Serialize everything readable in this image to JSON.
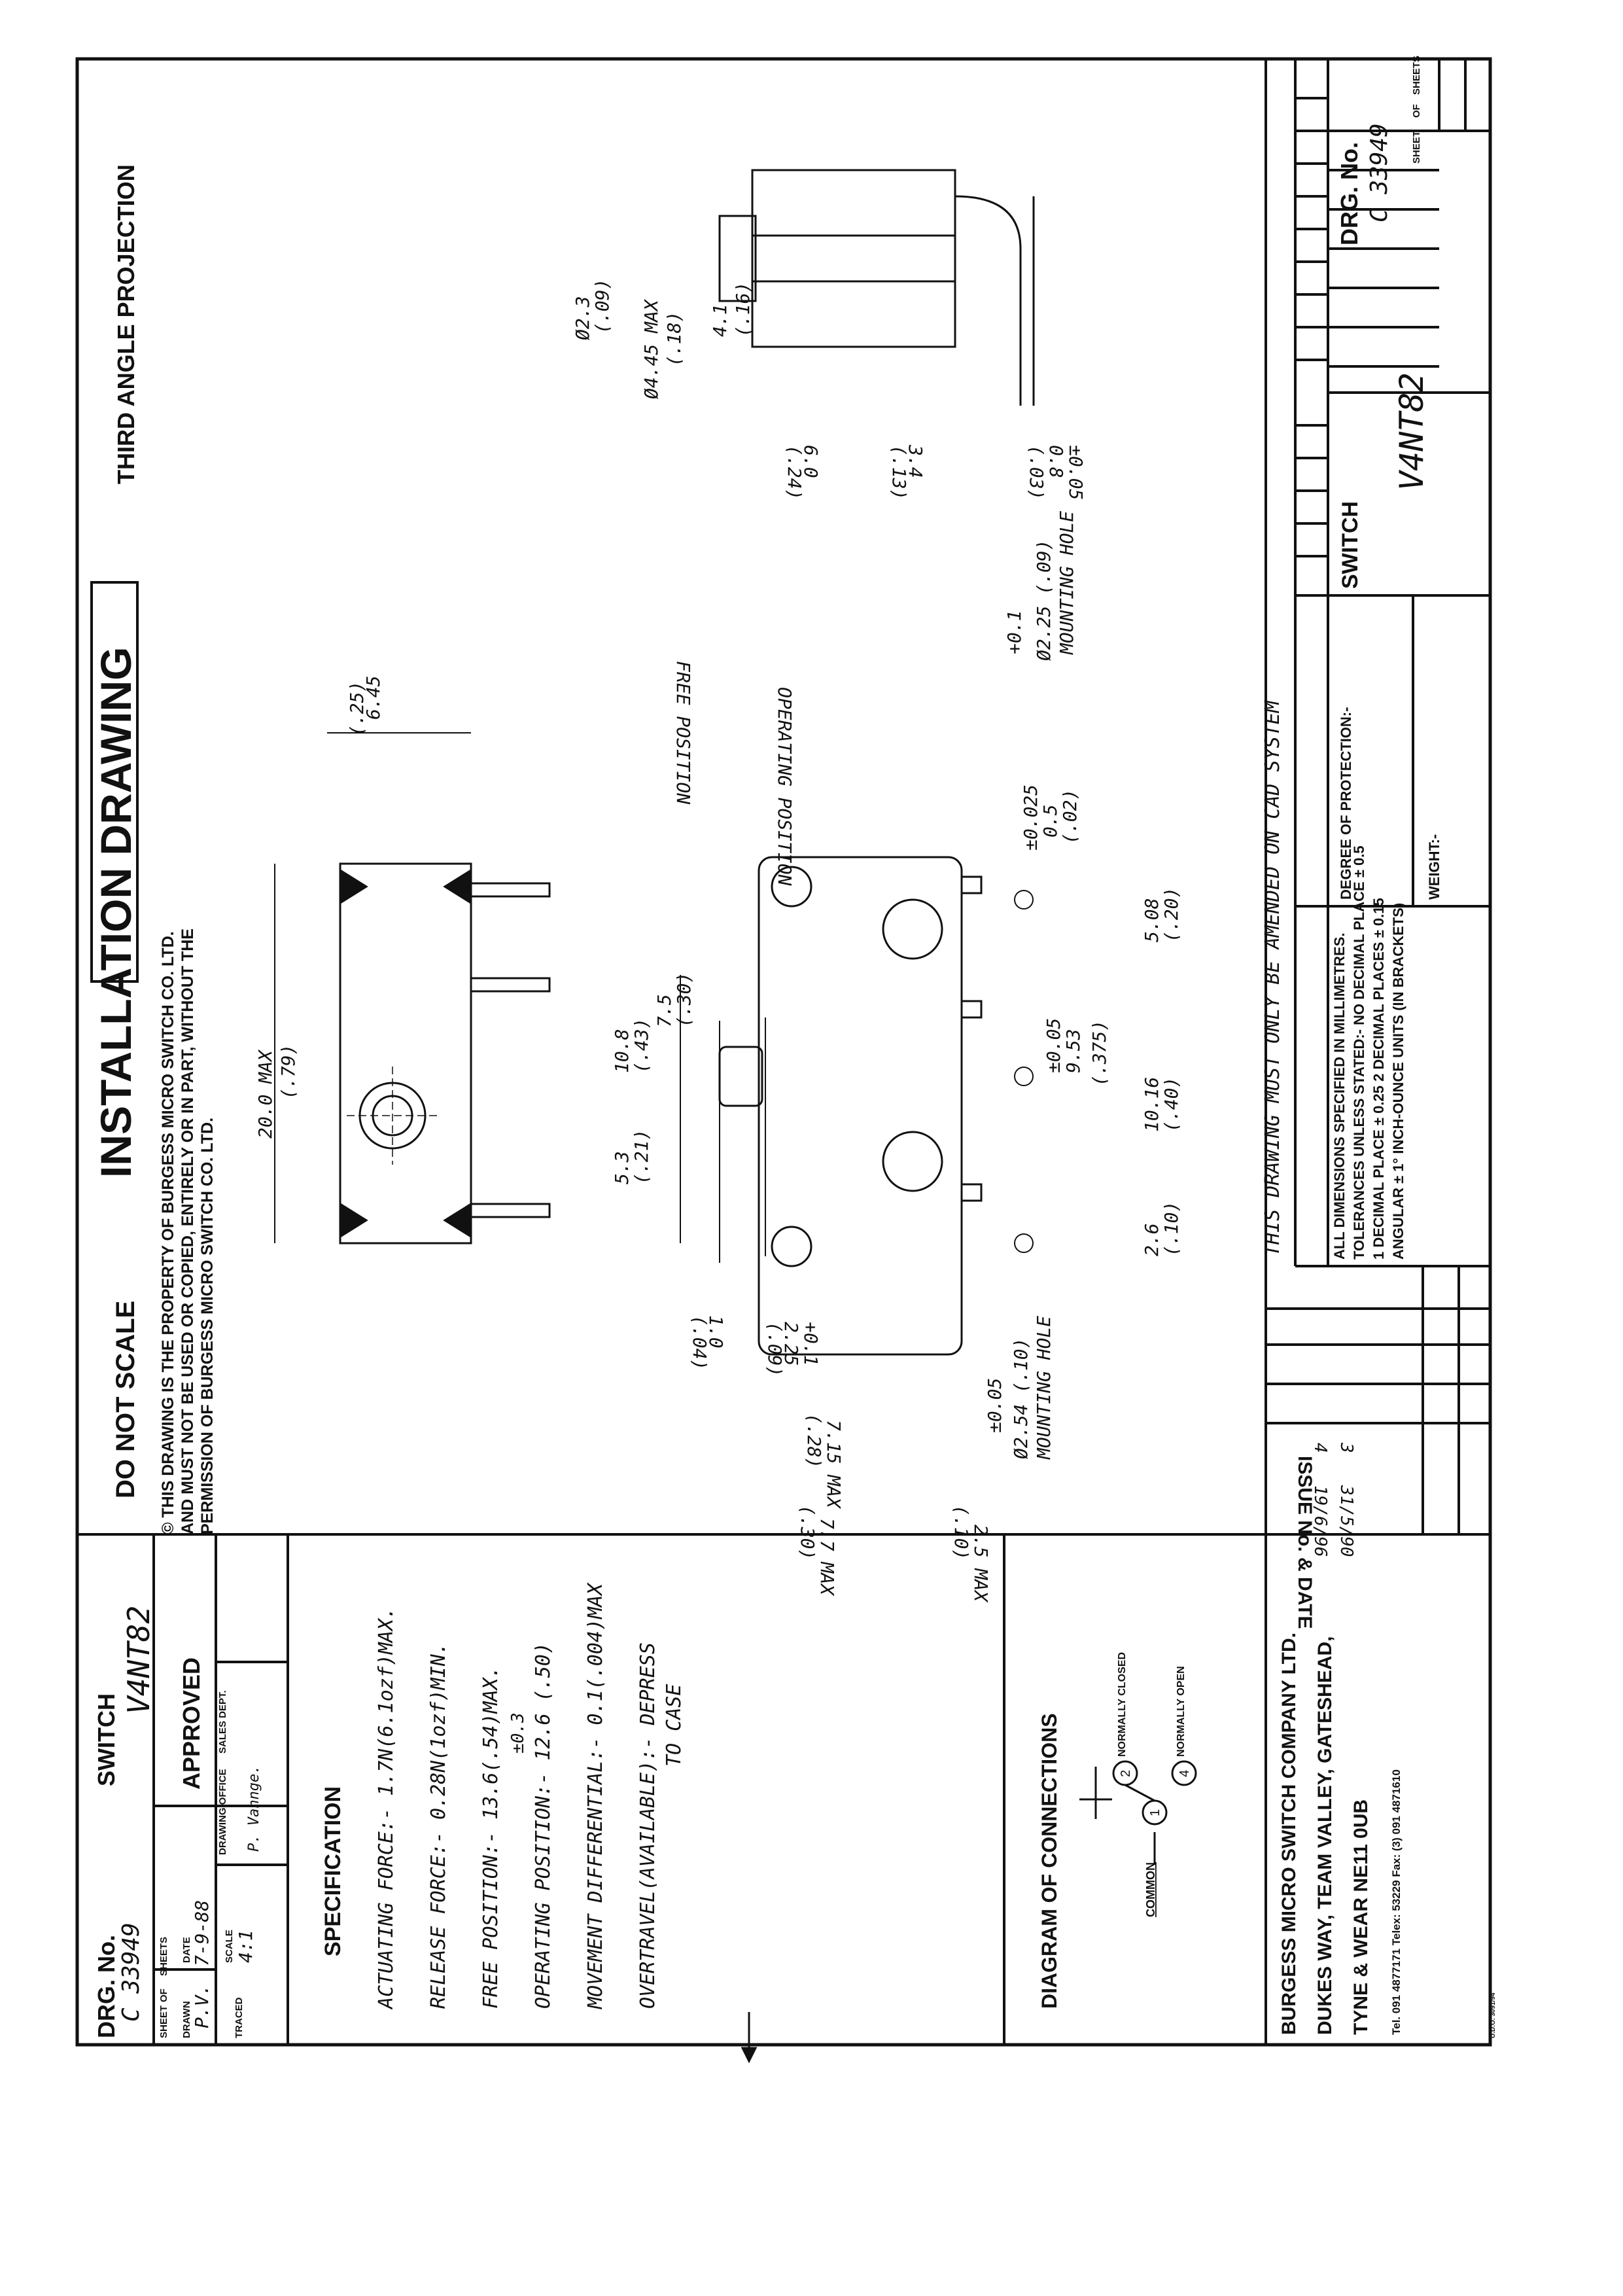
{
  "header": {
    "do_not_scale": "DO NOT SCALE",
    "title": "INSTALLATION DRAWING",
    "projection": "THIRD ANGLE PROJECTION",
    "copyright": [
      "© THIS DRAWING IS THE PROPERTY OF BURGESS MICRO SWITCH CO. LTD.",
      "AND MUST NOT BE USED OR COPIED, ENTIRELY OR IN PART, WITHOUT THE",
      "PERMISSION OF BURGESS MICRO SWITCH CO. LTD."
    ]
  },
  "info_block": {
    "drg_label": "DRG. No.",
    "drg_value": "C 33949",
    "switch_label": "SWITCH",
    "switch_value": "V4NT82",
    "sheet_label": "SHEET",
    "of_label": "OF",
    "sheets_label": "SHEETS",
    "drawn_label": "DRAWN",
    "drawn_value": "P.V.",
    "date_label": "DATE",
    "date_value": "7-9-88",
    "approved_label": "APPROVED",
    "drawing_office_label": "DRAWING OFFICE",
    "sales_dept_label": "SALES DEPT.",
    "drawing_office_sig": "P. Vannge.",
    "traced_label": "TRACED",
    "scale_label": "SCALE",
    "scale_value": "4:1"
  },
  "specification": {
    "heading": "SPECIFICATION",
    "lines": [
      "ACTUATING FORCE:- 1.7N(6.1ozf)MAX.",
      "RELEASE FORCE:- 0.28N(1ozf)MIN.",
      "FREE POSITION:- 13.6(.54)MAX.",
      "OPERATING POSITION:- 12.6 (.50)",
      "MOVEMENT DIFFERENTIAL:- 0.1(.004)MAX",
      "OVERTRAVEL(AVAILABLE):- DEPRESS",
      "TO CASE"
    ],
    "tolerance": "±0.3"
  },
  "connections": {
    "heading": "DIAGRAM OF CONNECTIONS",
    "common": "COMMON",
    "normally_closed": "NORMALLY CLOSED",
    "normally_open": "NORMALLY OPEN",
    "t1": "1",
    "t2": "2",
    "t4": "4"
  },
  "company": {
    "lines": [
      "BURGESS MICRO SWITCH COMPANY LTD.",
      "DUKES WAY, TEAM VALLEY, GATESHEAD,",
      "TYNE & WEAR NE11 0UB",
      "Tel. 091 4877171   Telex: 53229   Fax: (3) 091 4871610"
    ],
    "form_ref": "U.D.O. 3091/94"
  },
  "issue": {
    "label": "ISSUE No. & DATE",
    "rows": [
      {
        "no": "3",
        "date": "31/5/90"
      },
      {
        "no": "4",
        "date": "19/6/96"
      }
    ]
  },
  "notes": {
    "cad": "THIS DRAWING MUST ONLY BE AMENDED ON CAD SYSTEM",
    "dims": [
      "ALL DIMENSIONS SPECIFIED IN MILLIMETRES.",
      "TOLERANCES UNLESS STATED:- NO DECIMAL PLACE ± 0.5",
      "1 DECIMAL PLACE ± 0.25   2 DECIMAL PLACES ± 0.15",
      "ANGULAR ± 1°    INCH-OUNCE UNITS (IN BRACKETS)"
    ],
    "protection_label": "DEGREE OF PROTECTION:-",
    "weight_label": "WEIGHT:-"
  },
  "title_block": {
    "switch_label": "SWITCH",
    "switch_value": "V4NT82",
    "drg_label": "DRG. No.",
    "drg_value": "C 33949",
    "sheet_label": "SHEET",
    "of_label": "OF",
    "sheets_label": "SHEETS"
  },
  "dims": {
    "top_view": {
      "w": "20.0 MAX",
      "w_in": "(.79)",
      "h": "6.45",
      "h_in": "(.25)"
    },
    "front": {
      "d10_8": "10.8",
      "d10_8_in": "(.43)",
      "d7_5": "7.5",
      "d7_5_in": "(.30)",
      "d5_3": "5.3",
      "d5_3_in": "(.21)",
      "d1_0": "1.0",
      "d1_0_in": "(.04)",
      "d2_25": "2.25",
      "d2_25_in": "(.09)",
      "d2_25_tol": "+0.1",
      "d7_15": "7.15 MAX",
      "d7_15_in": "(.28)",
      "d7_7": "7.7 MAX",
      "d7_7_in": "(.30)",
      "d2_5": "2.5 MAX",
      "d2_5_in": "(.10)",
      "hole1_tol": "±0.05",
      "hole1": "Ø2.54 (.10)",
      "hole1_lbl": "MOUNTING HOLE",
      "hole2_tol": "+0.1",
      "hole2": "Ø2.25 (.09)",
      "hole2_lbl": "MOUNTING HOLE",
      "free": "FREE POSITION",
      "operating": "OPERATING POSITION",
      "d0_5_tol": "±0.025",
      "d0_5": "0.5",
      "d0_5_in": "(.02)",
      "d9_53_tol": "±0.05",
      "d9_53": "9.53",
      "d9_53_in": "(.375)",
      "d5_08": "5.08",
      "d5_08_in": "(.20)",
      "d10_16": "10.16",
      "d10_16_in": "(.40)",
      "d2_6": "2.6",
      "d2_6_in": "(.10)"
    },
    "side": {
      "d2_3": "Ø2.3",
      "d2_3_in": "(.09)",
      "d4_45": "Ø4.45 MAX",
      "d4_45_in": "(.18)",
      "d4_1": "4.1",
      "d4_1_in": "(.16)",
      "d6_0": "6.0",
      "d6_0_in": "(.24)",
      "d3_4": "3.4",
      "d3_4_in": "(.13)",
      "d0_8": "0.8",
      "d0_8_tol": "±0.05",
      "d0_8_in": "(.03)"
    }
  }
}
